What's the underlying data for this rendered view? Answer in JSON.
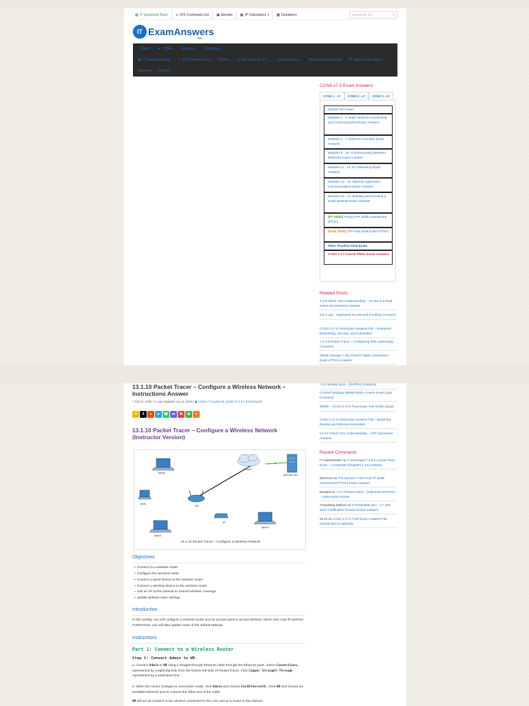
{
  "topbar": {
    "items": [
      {
        "label": "IT Questions Bank",
        "icon": "building-icon"
      },
      {
        "label": "IOS Command List",
        "icon": "terminal-icon"
      },
      {
        "label": "Ebooks",
        "icon": "book-icon"
      },
      {
        "label": "IP Calculators",
        "icon": "calculator-icon",
        "caret": true
      },
      {
        "label": "Donations",
        "icon": "donate-icon"
      }
    ],
    "search_placeholder": "Search the site"
  },
  "logo": {
    "mark": "IT",
    "text": "ExamAnswers",
    "suffix": ".net"
  },
  "nav": {
    "row1": [
      {
        "label": "Home",
        "icon": "home-icon"
      },
      {
        "label": "CCNA",
        "icon": "star-icon",
        "caret": true
      },
      {
        "label": "Security",
        "caret": true
      },
      {
        "label": "CyberOps",
        "caret": true
      }
    ],
    "row2": [
      {
        "label": "IT Questions Bank",
        "icon": "building-icon"
      },
      {
        "label": "IOS Command List",
        "icon": "terminal-icon"
      },
      {
        "label": "CCNA",
        "caret": true
      },
      {
        "label": "CCNA Security v2.0",
        "caret": true
      },
      {
        "label": "Cybersecurity",
        "caret": true
      },
      {
        "label": "Networking Essentials"
      },
      {
        "label": "IP Subnet Calculators",
        "caret": true
      }
    ],
    "row3": [
      {
        "label": "Donation"
      },
      {
        "label": "Contact"
      }
    ]
  },
  "sidebar": {
    "title": "CCNA v7.0 Exam Answers",
    "tabs": [
      "CCNA 1 - v7",
      "CCNA 2 - v7",
      "CCNA 3 - v7"
    ],
    "modules": [
      "System Test Exam",
      "Modules 1 - 3: Basic Network Connectivity and Communications Exam Answers",
      "Modules 4 - 7: Ethernet Concepts Exam Answers",
      "Modules 8 - 10: Communicating Between Networks Exam Answers",
      "Modules 11 - 13: IP Addressing Exam Answers",
      "Modules 14 - 15: Network Application Communications Exam Answers",
      "Modules 16 - 17: Building and Securing a Small Network Exam Answers"
    ],
    "pt_skills": {
      "tag": "[PT Skills]",
      "text": "Practice PT Skills Assessment (PTSA)"
    },
    "final_skills": {
      "tag": "[Final Skills]",
      "text": "ITN Final Skills Exam (PTSA)"
    },
    "practice_final": "ITNv7 Practice Final Exam",
    "course_final": "CCNA 1 v7 Course FINAL Exam Answers",
    "related_title": "Related Posts",
    "related": [
      "3.2.8 Check Your Understanding – VLANs in a Multi-Switch Environment Answers",
      "3.6.2 Lab – Implement VLANs and Trunking (Answers)",
      "CCNA 3 v7.0 Final Exam Answers Full – Enterprise Networking, Security, and Automation",
      "7.2.4.9 Packet Tracer – Configuring IPv6 Addressing (Answers)",
      "SRWE (Version 7.00) Final PT Skills Assessment Exam (PTSA) Answers"
    ],
    "related_more": [
      "7.4.4 Module Quiz – DHCPv4 (Answers)",
      "CCNAv7 Bridging SRWE-ENSA Course Exam Labs (Answers)",
      "SRWE – CCNA 2 v7.0 Final Exam Test Online (Quiz)",
      "CCNA 2 v7.0 Final Exam Answers Full – Switching, Routing and Wireless Essentials",
      "5.2.12 Check Your Understanding – STP Operations Answers"
    ],
    "comments_title": "Recent Comments",
    "comments": [
      {
        "author": "IT Administrator",
        "on": "on",
        "post": "IT Essentials 7.0 8.0 Course Final Exam – Composite (Chapters 1-14) Answers"
      },
      {
        "author": "ZeroCool",
        "on": "on",
        "post": "ITN (Version 7.00) Final PT Skills Assessment (PTSA) Exam Answers"
      },
      {
        "author": "DaVault",
        "on": "on",
        "post": "7.4.1 Packet Tracer – Implement DHCPv4 – Instructions Answer"
      },
      {
        "author": "Amandeep Sekhon",
        "on": "on",
        "post": "IT Essentials v8.0 – A+ 220-1101 Certification Practice Exam Answers"
      },
      {
        "author": "24.24",
        "on": "on",
        "post": "CCNA 1 v7.0 Final Exam Answers Full – Introduction to Networks"
      }
    ]
  },
  "article": {
    "title": "13.1.10 Packet Tracer – Configure a Wireless Network – Instructions Answer",
    "meta": {
      "date": "Feb 17, 2020",
      "updated": "Last Updated: Apr 11, 2024",
      "categories": "CCNA v7 Course #2, CCNA v7.0 |",
      "comments": "8 Comments"
    },
    "share_icons": [
      "share-icon",
      "x-icon",
      "reddit-icon",
      "telegram-icon",
      "whatsapp-icon",
      "mastodon-icon",
      "gmail-icon",
      "sms-icon",
      "plus-icon"
    ],
    "heading": "13.1.10 Packet Tracer – Configure a Wireless Network (Instructor Version)",
    "figure": {
      "caption": "13.1.10 Packet Tracer – Configure a Wireless Network",
      "labels": {
        "laptop1": "Laptop1",
        "cloud": "Cloud0",
        "server": "www.cisco.pka",
        "admin": "Admin",
        "wr": "WR",
        "ap": "AP",
        "laptop2": "Laptop2",
        "laptop3": "Laptop3"
      }
    },
    "objectives_title": "Objectives",
    "objectives": [
      "Connect to a wireless router",
      "Configure the wireless router",
      "Connect a wired device to the wireless router",
      "Connect a wireless device to the wireless router",
      "Add an AP to the network to extend wireless coverage",
      "Update default router settings"
    ],
    "intro_title": "Introduction",
    "intro_text": "In this activity, you will configure a wireless router and an access point to accept wireless clients and route IP packets. Furthermore, you will also update some of the default settings.",
    "instructions_title": "Instructions",
    "part1": "Part 1: Connect to a Wireless Router",
    "step1": "Step 1: Connect Admin to WR.",
    "para_a": {
      "t1": "a. Connect ",
      "b1": "Admin",
      "t2": " to ",
      "b2": "WR",
      "t3": " using a straight-through Ethernet cable through the Ethernet ports. Select ",
      "b3": "Connections,",
      "t4": " represented by a lightning bolt, from the bottom-left side of Packet Tracer. Click ",
      "b4": "Copper Straight-Through",
      "t5": ", represented by a solid black line."
    },
    "para_b": {
      "t1": "b. When the cursor changes to connection mode, click ",
      "b1": "Admin",
      "t2": " and choose ",
      "b2": "FastEthernet0.",
      "t3": " Click ",
      "b3": "WR",
      "t4": " and choose an available Ethernet port to connect the other end of the cable."
    },
    "para_c": {
      "b1": "WR",
      "t1": " will act as a switch to the devices connected to the LAN and as a router to the internet."
    }
  }
}
